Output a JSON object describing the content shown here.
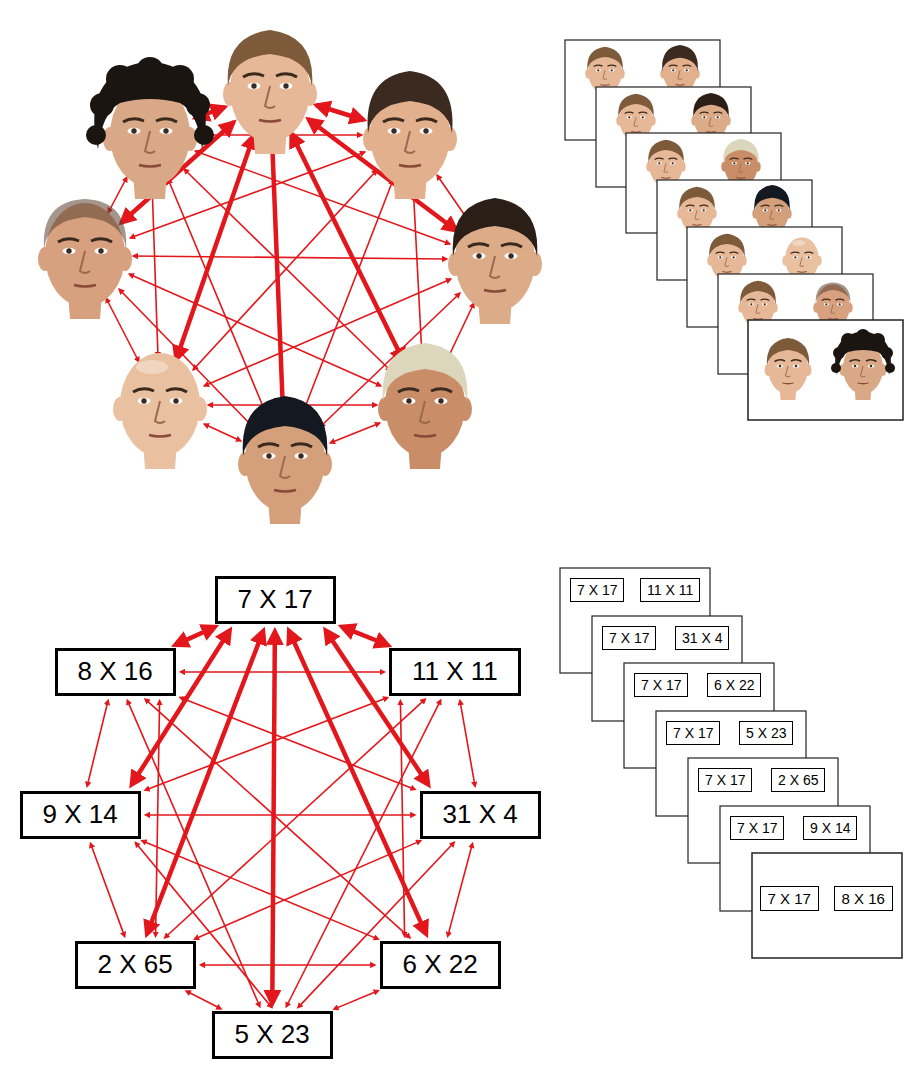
{
  "diagram": {
    "nodes": [
      {
        "text": [
          "7 X 17"
        ]
      },
      {
        "text": [
          "8 X 16"
        ]
      },
      {
        "text": [
          "11 X 11"
        ]
      },
      {
        "text": [
          "9 X 14"
        ]
      },
      {
        "text": [
          "31 X 4"
        ]
      },
      {
        "text": [
          "2 X 65"
        ]
      },
      {
        "text": [
          "6 X 22"
        ]
      },
      {
        "text": [
          "5 X 23"
        ]
      },
      {
        "text": [
          "7 X 17"
        ]
      },
      {
        "text": [
          "11 X 11"
        ]
      },
      {
        "text": [
          "7 X 17"
        ]
      },
      {
        "text": [
          "31 X 4"
        ]
      },
      {
        "text": [
          "7 X 17"
        ]
      },
      {
        "text": [
          "6 X 22"
        ]
      },
      {
        "text": [
          "7 X 17"
        ]
      },
      {
        "text": [
          "5 X 23"
        ]
      },
      {
        "text": [
          "7 X 17"
        ]
      },
      {
        "text": [
          "2 X 65"
        ]
      },
      {
        "text": [
          "7 X 17"
        ]
      },
      {
        "text": [
          "9 X 14"
        ]
      },
      {
        "text": [
          "7 X 17"
        ]
      },
      {
        "text": [
          "8 X 16"
        ]
      }
    ],
    "edges": [
      {
        "from": 0,
        "to": 1,
        "arrow": "both"
      },
      {
        "from": 0,
        "to": 2,
        "arrow": "both"
      },
      {
        "from": 0,
        "to": 3,
        "arrow": "both"
      },
      {
        "from": 0,
        "to": 4,
        "arrow": "both"
      },
      {
        "from": 0,
        "to": 5,
        "arrow": "both"
      },
      {
        "from": 0,
        "to": 6,
        "arrow": "both"
      },
      {
        "from": 0,
        "to": 7,
        "arrow": "both"
      },
      {
        "from": 1,
        "to": 2,
        "arrow": "both"
      },
      {
        "from": 1,
        "to": 3,
        "arrow": "both"
      },
      {
        "from": 1,
        "to": 4,
        "arrow": "both"
      },
      {
        "from": 1,
        "to": 5,
        "arrow": "both"
      },
      {
        "from": 1,
        "to": 6,
        "arrow": "both"
      },
      {
        "from": 1,
        "to": 7,
        "arrow": "both"
      },
      {
        "from": 2,
        "to": 3,
        "arrow": "both"
      },
      {
        "from": 2,
        "to": 4,
        "arrow": "both"
      },
      {
        "from": 2,
        "to": 5,
        "arrow": "both"
      },
      {
        "from": 2,
        "to": 6,
        "arrow": "both"
      },
      {
        "from": 2,
        "to": 7,
        "arrow": "both"
      },
      {
        "from": 3,
        "to": 4,
        "arrow": "both"
      },
      {
        "from": 3,
        "to": 5,
        "arrow": "both"
      },
      {
        "from": 3,
        "to": 6,
        "arrow": "both"
      },
      {
        "from": 3,
        "to": 7,
        "arrow": "both"
      },
      {
        "from": 4,
        "to": 5,
        "arrow": "both"
      },
      {
        "from": 4,
        "to": 6,
        "arrow": "both"
      },
      {
        "from": 4,
        "to": 7,
        "arrow": "both"
      },
      {
        "from": 5,
        "to": 6,
        "arrow": "both"
      },
      {
        "from": 5,
        "to": 7,
        "arrow": "both"
      },
      {
        "from": 6,
        "to": 7,
        "arrow": "both"
      }
    ]
  }
}
